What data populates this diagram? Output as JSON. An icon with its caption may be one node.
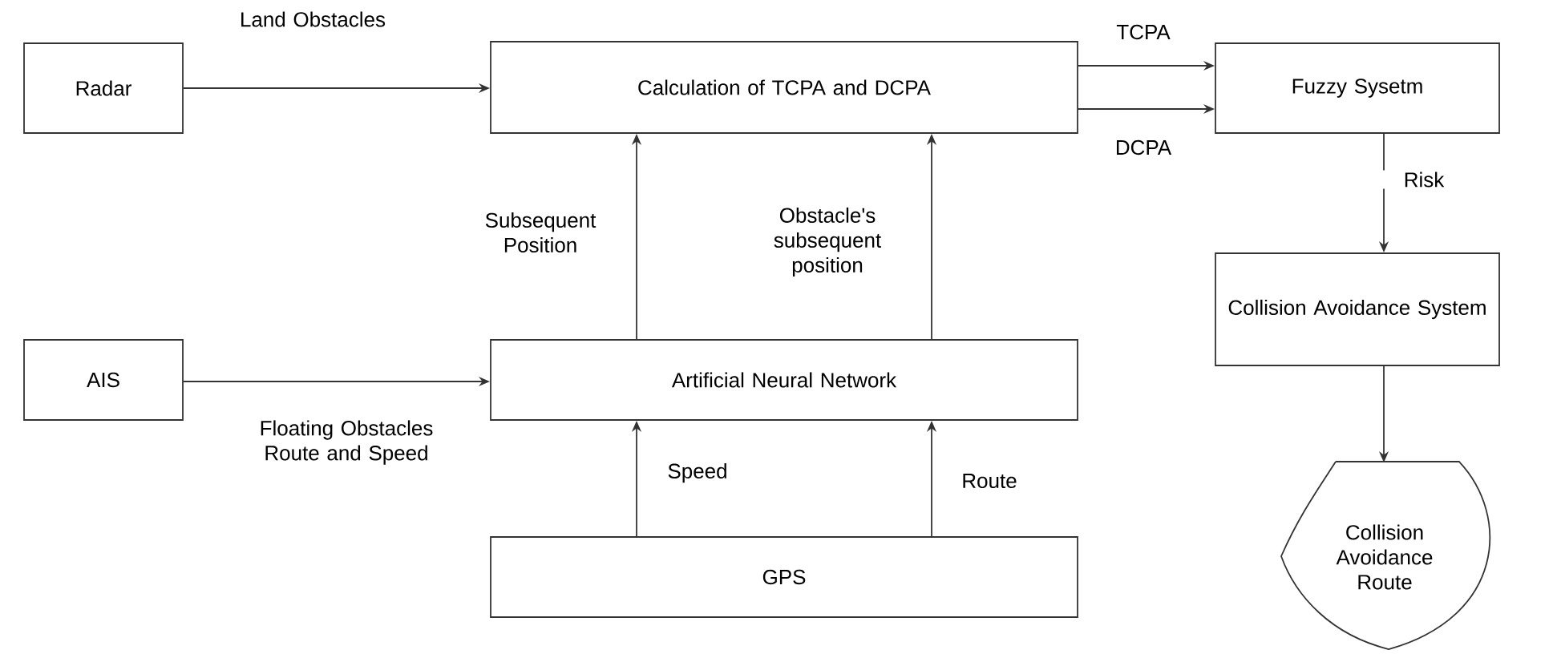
{
  "diagram": {
    "nodes": [
      {
        "text": [
          "Radar"
        ]
      },
      {
        "text": [
          "Calculation of TCPA and DCPA"
        ]
      },
      {
        "text": [
          "Fuzzy Sysetm"
        ]
      },
      {
        "text": [
          "AIS"
        ]
      },
      {
        "text": [
          "Artificial Neural Network"
        ]
      },
      {
        "text": [
          "Collision Avoidance System"
        ]
      },
      {
        "text": [
          "Collision Avoidance Route"
        ]
      },
      {
        "text": [
          "GPS"
        ]
      }
    ],
    "edges": [
      {
        "from": 0,
        "to": 1,
        "arrow": "to",
        "label": "Land Obstacles"
      },
      {
        "from": 1,
        "to": 2,
        "arrow": "to",
        "label": "TCPA"
      },
      {
        "from": 1,
        "to": 2,
        "arrow": "to",
        "label": "DCPA"
      },
      {
        "from": 3,
        "to": 4,
        "arrow": "to",
        "label": "Floating Obstacles Route and Speed"
      },
      {
        "from": 4,
        "to": 1,
        "arrow": "to",
        "label": "Subsequent Position"
      },
      {
        "from": 4,
        "to": 1,
        "arrow": "to",
        "label": "Obstacle's subsequent position"
      },
      {
        "from": 2,
        "to": 5,
        "arrow": "to",
        "label": "Risk"
      },
      {
        "from": 5,
        "to": 6,
        "arrow": "to"
      },
      {
        "from": 7,
        "to": 4,
        "arrow": "to",
        "label": "Speed"
      },
      {
        "from": 7,
        "to": 4,
        "arrow": "to",
        "label": "Route"
      }
    ]
  }
}
